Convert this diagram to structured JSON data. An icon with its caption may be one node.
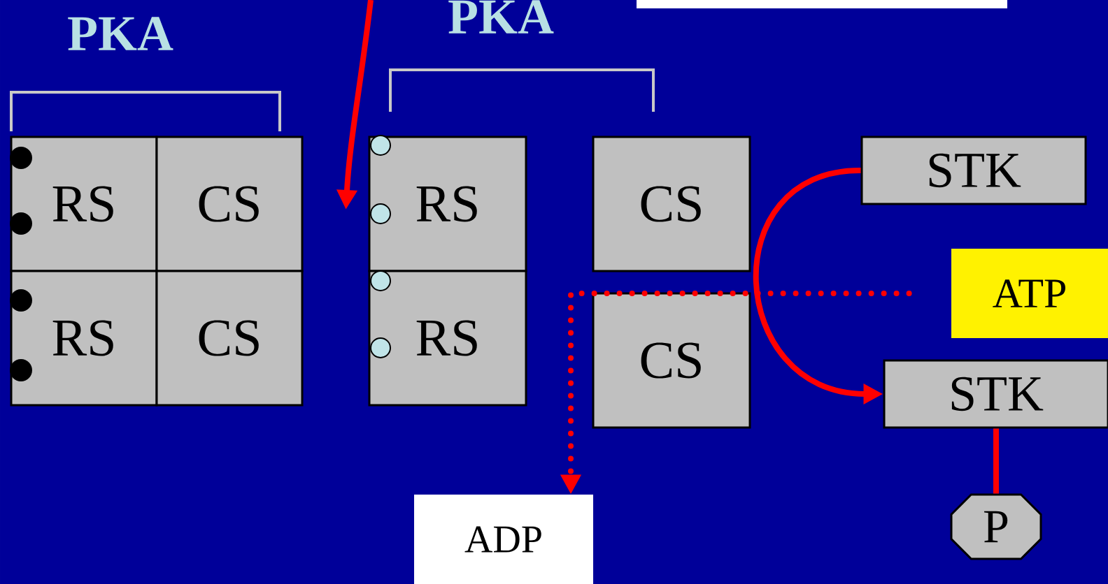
{
  "diagram": {
    "nodes": [
      {
        "text": [
          "RS"
        ]
      },
      {
        "text": [
          "CS"
        ]
      },
      {
        "text": [
          "RS"
        ]
      },
      {
        "text": [
          "CS"
        ]
      },
      {
        "text": [
          "RS"
        ]
      },
      {
        "text": [
          "RS"
        ]
      },
      {
        "text": [
          "CS"
        ]
      },
      {
        "text": [
          "CS"
        ]
      },
      {
        "text": [
          "STK"
        ]
      },
      {
        "text": [
          "ATP"
        ]
      },
      {
        "text": [
          "STK"
        ]
      },
      {
        "text": [
          "P"
        ]
      },
      {
        "text": [
          "ADP"
        ]
      }
    ],
    "edges": [
      {
        "from": null,
        "to": 4,
        "arrow": "to"
      },
      {
        "from": 8,
        "to": 10,
        "arrow": "to"
      },
      {
        "from": 10,
        "to": 11,
        "arrow": "none"
      },
      {
        "from": 9,
        "to": 12,
        "arrow": "to",
        "style": "dashed"
      }
    ],
    "labels": [
      "PKA",
      "PKA"
    ]
  }
}
